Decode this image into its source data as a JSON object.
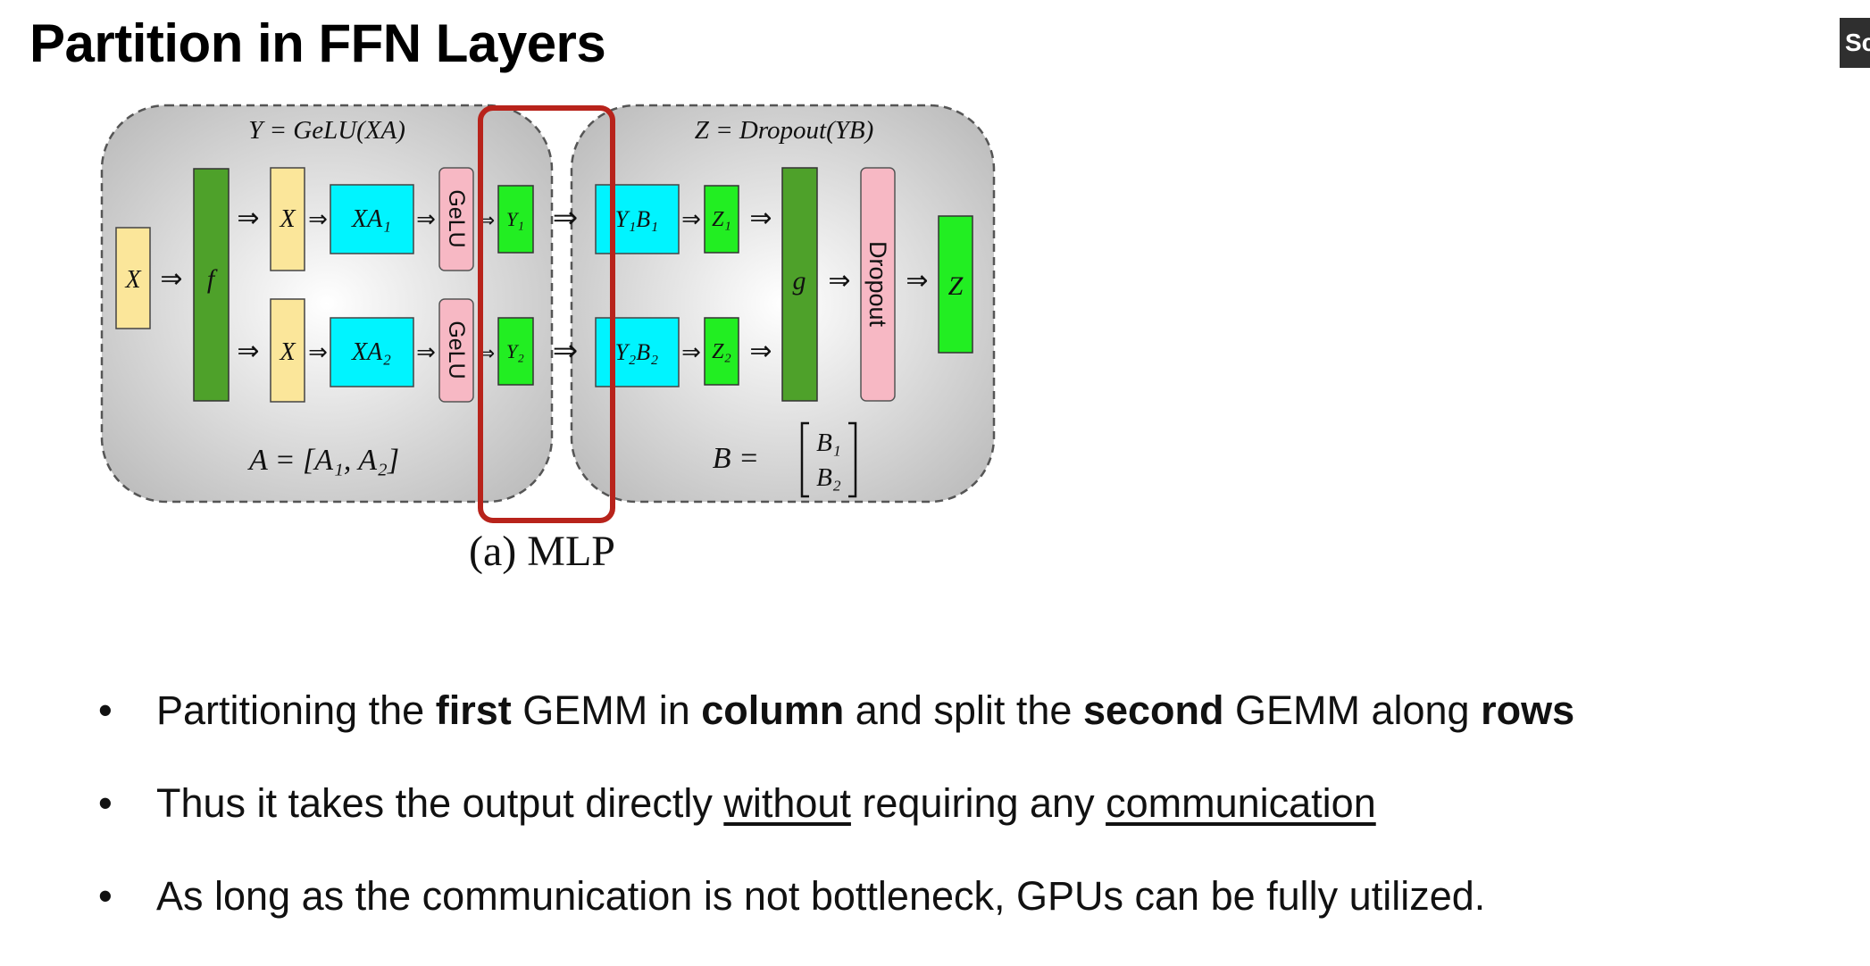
{
  "title": "Partition in FFN Layers",
  "corner_badge": "Sc",
  "diagram": {
    "left_formula": "Y = GeLU(XA)",
    "right_formula": "Z = Dropout(YB)",
    "left_bottom_formula": "A = [A₁, A₂]",
    "right_bottom_lhs": "B =",
    "right_bottom_top": "B₁",
    "right_bottom_bottom": "B₂",
    "input_x": "X",
    "f_label": "f",
    "x_top": "X",
    "x_bottom": "X",
    "xa1": "XA₁",
    "xa2": "XA₂",
    "gelu_top": "GeLU",
    "gelu_bottom": "GeLU",
    "y1": "Y₁",
    "y2": "Y₂",
    "y1b1": "Y₁B₁",
    "y2b2": "Y₂B₂",
    "z1": "Z₁",
    "z2": "Z₂",
    "g_label": "g",
    "dropout": "Dropout",
    "z_out": "Z",
    "arrow": "⇒",
    "caption": "(a) MLP",
    "colors": {
      "yellow": "#fbe69a",
      "green_dark": "#4ea12a",
      "green_bright": "#22ee22",
      "cyan": "#00f4ff",
      "pink": "#f7b8c4",
      "highlight": "#b8231b"
    }
  },
  "bullets": [
    {
      "parts": [
        {
          "text": "Partitioning the ",
          "style": "normal"
        },
        {
          "text": "first",
          "style": "bold"
        },
        {
          "text": " GEMM in ",
          "style": "normal"
        },
        {
          "text": "column",
          "style": "bold"
        },
        {
          "text": " and split the ",
          "style": "normal"
        },
        {
          "text": "second",
          "style": "bold"
        },
        {
          "text": " GEMM along ",
          "style": "normal"
        },
        {
          "text": "rows",
          "style": "bold"
        }
      ]
    },
    {
      "parts": [
        {
          "text": "Thus it takes the output directly ",
          "style": "normal"
        },
        {
          "text": "without",
          "style": "underline"
        },
        {
          "text": " requiring any ",
          "style": "normal"
        },
        {
          "text": "communication",
          "style": "underline"
        }
      ]
    },
    {
      "parts": [
        {
          "text": "As long as the communication is not bottleneck, GPUs can be fully utilized.",
          "style": "normal"
        }
      ]
    }
  ]
}
